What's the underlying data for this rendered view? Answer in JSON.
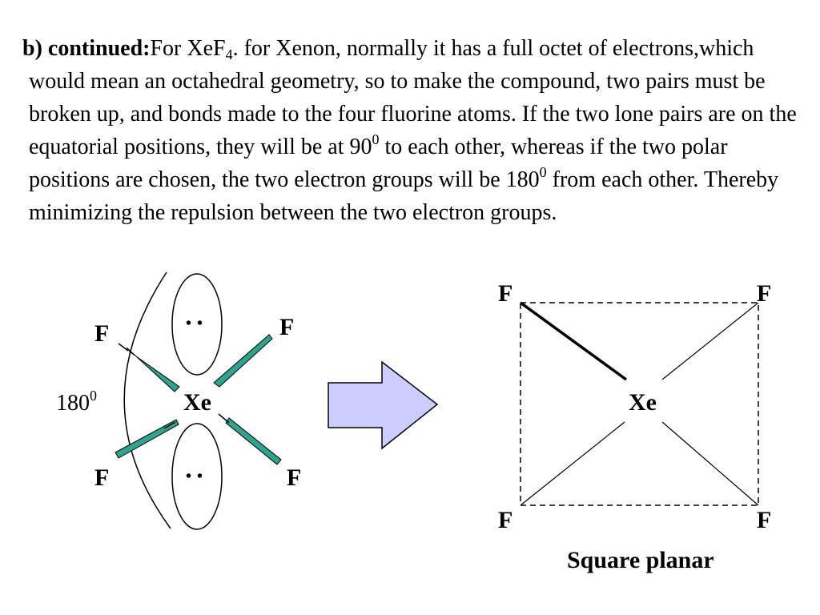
{
  "text": {
    "lead_bold": "b) continued:",
    "lead_start": "For XeF",
    "sub4": "4",
    "part1": ". for Xenon, normally it has a full octet of electrons,which would mean an octahedral geometry, so to make the compound, two pairs must be broken up, and bonds made to the four fluorine atoms. If the two lone pairs are on the equatorial positions, they will be at 90",
    "sup_a": "0",
    "part2": " to each other, whereas if the two polar positions are chosen, the two electron groups will be 180",
    "sup_b": "0",
    "part3": " from each other. Thereby minimizing the repulsion between the two electron groups."
  },
  "left_diagram": {
    "center": "Xe",
    "f_top_left": "F",
    "f_top_right": "F",
    "f_bottom_left": "F",
    "f_bottom_right": "F",
    "lone_pair_top": "• •",
    "lone_pair_bottom": "• •",
    "angle_value": "180",
    "angle_sup": "0"
  },
  "right_diagram": {
    "center": "Xe",
    "f_top_left": "F",
    "f_top_right": "F",
    "f_bottom_left": "F",
    "f_bottom_right": "F",
    "caption": "Square planar"
  },
  "colors": {
    "bond_wedge": "#2ca58d",
    "arrow_fill": "#ccccff"
  }
}
